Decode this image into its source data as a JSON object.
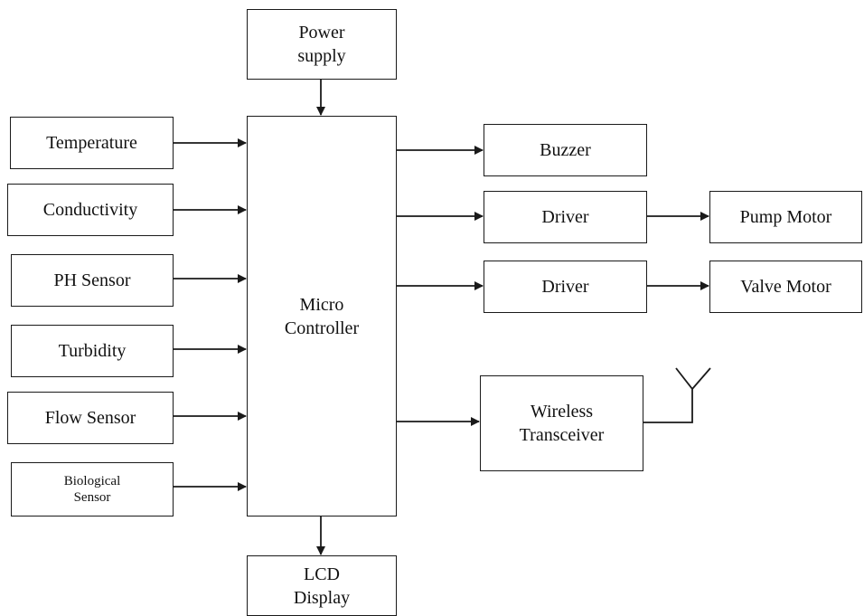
{
  "blocks": {
    "power_supply": "Power\nsupply",
    "temperature": "Temperature",
    "conductivity": "Conductivity",
    "ph_sensor": "PH Sensor",
    "turbidity": "Turbidity",
    "flow_sensor": "Flow Sensor",
    "biological_sensor": "Biological\nSensor",
    "micro_controller": "Micro\nController",
    "buzzer": "Buzzer",
    "driver_1": "Driver",
    "driver_2": "Driver",
    "pump_motor": "Pump Motor",
    "valve_motor": "Valve Motor",
    "wireless_transceiver": "Wireless\nTransceiver",
    "lcd_display": "LCD\nDisplay"
  },
  "connections": [
    {
      "from": "power_supply",
      "to": "micro_controller"
    },
    {
      "from": "temperature",
      "to": "micro_controller"
    },
    {
      "from": "conductivity",
      "to": "micro_controller"
    },
    {
      "from": "ph_sensor",
      "to": "micro_controller"
    },
    {
      "from": "turbidity",
      "to": "micro_controller"
    },
    {
      "from": "flow_sensor",
      "to": "micro_controller"
    },
    {
      "from": "biological_sensor",
      "to": "micro_controller"
    },
    {
      "from": "micro_controller",
      "to": "buzzer"
    },
    {
      "from": "micro_controller",
      "to": "driver_1"
    },
    {
      "from": "driver_1",
      "to": "pump_motor"
    },
    {
      "from": "micro_controller",
      "to": "driver_2"
    },
    {
      "from": "driver_2",
      "to": "valve_motor"
    },
    {
      "from": "micro_controller",
      "to": "wireless_transceiver"
    },
    {
      "from": "micro_controller",
      "to": "lcd_display"
    }
  ],
  "icons": {
    "antenna": "antenna-icon"
  },
  "colors": {
    "line": "#1a1a1a",
    "background": "#ffffff"
  }
}
